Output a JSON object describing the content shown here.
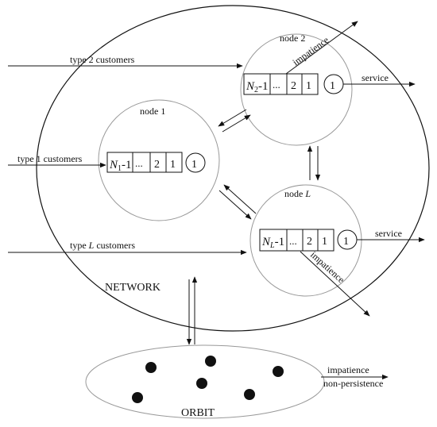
{
  "labels": {
    "node1": "node 1",
    "node2": "node 2",
    "nodeL_prefix": "node ",
    "nodeL_var": "L",
    "type2": "type 2 customers",
    "type1": "type 1 customers",
    "typeL_prefix": "type ",
    "typeL_var": "L",
    "typeL_suffix": " customers",
    "service_top": "service",
    "service_bottom": "service",
    "impatience_top": "impatience",
    "impatience_bottom": "impatience",
    "network": "NETWORK",
    "orbit": "ORBIT",
    "orbit_impatience": "impatience",
    "orbit_nonpersistence": "non-persistence"
  },
  "queues": {
    "node1": {
      "cap_var": "N",
      "cap_sub": "1",
      "cap_rest": "-1",
      "dots": "...",
      "slot2": "2",
      "slot1": "1",
      "server": "1"
    },
    "node2": {
      "cap_var": "N",
      "cap_sub": "2",
      "cap_rest": "-1",
      "dots": "...",
      "slot2": "2",
      "slot1": "1",
      "server": "1"
    },
    "nodeL": {
      "cap_var": "N",
      "cap_sub": "L",
      "cap_rest": "-1",
      "dots": "...",
      "slot2": "2",
      "slot1": "1",
      "server": "1"
    }
  }
}
